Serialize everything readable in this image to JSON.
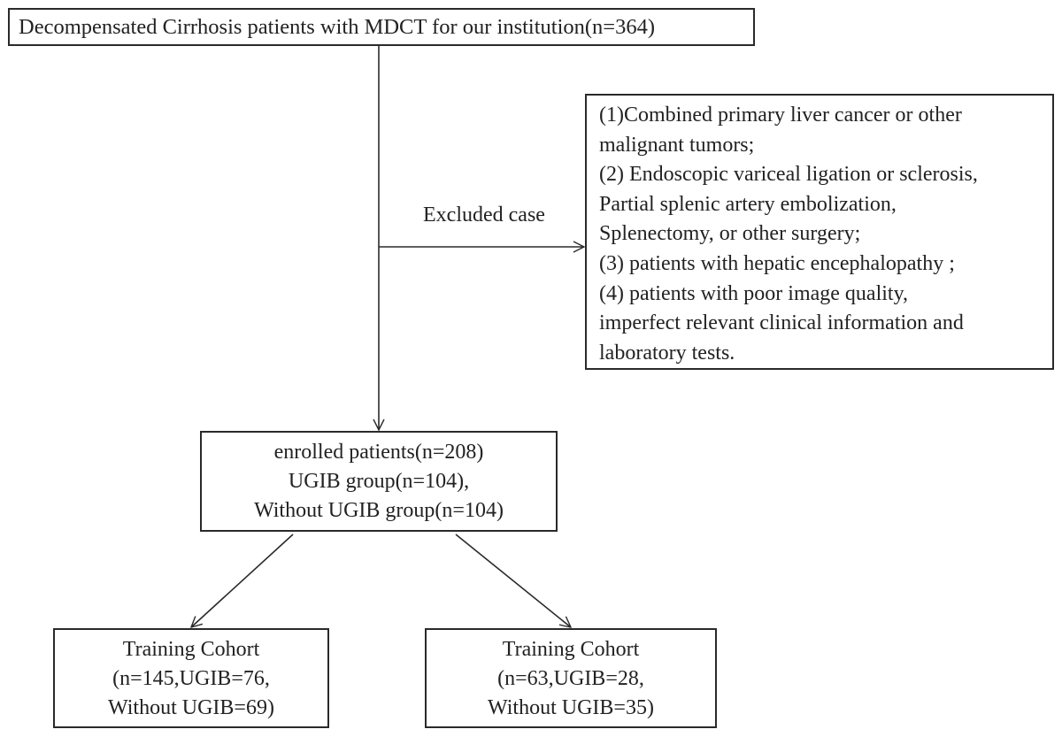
{
  "nodes": {
    "source": {
      "text": "Decompensated Cirrhosis patients with MDCT for our institution(n=364)"
    },
    "exclusion": {
      "lines": [
        "(1)Combined primary liver cancer or other",
        "malignant tumors;",
        "(2) Endoscopic variceal ligation or sclerosis,",
        "Partial splenic artery embolization,",
        "Splenectomy, or other surgery;",
        "(3) patients with hepatic encephalopathy ;",
        "(4) patients with poor image quality,",
        "imperfect relevant clinical information and",
        "laboratory tests."
      ]
    },
    "enrolled": {
      "lines": [
        "enrolled patients(n=208)",
        "UGIB group(n=104),",
        "Without UGIB group(n=104)"
      ]
    },
    "training": {
      "lines": [
        "Training Cohort",
        "(n=145,UGIB=76,",
        "Without UGIB=69)"
      ]
    },
    "validation": {
      "lines": [
        "Training Cohort",
        "(n=63,UGIB=28,",
        "Without UGIB=35)"
      ]
    }
  },
  "edges": {
    "exclusion_label": "Excluded case"
  },
  "colors": {
    "line": "#2a2a2a",
    "text": "#222222",
    "background": "#ffffff"
  }
}
